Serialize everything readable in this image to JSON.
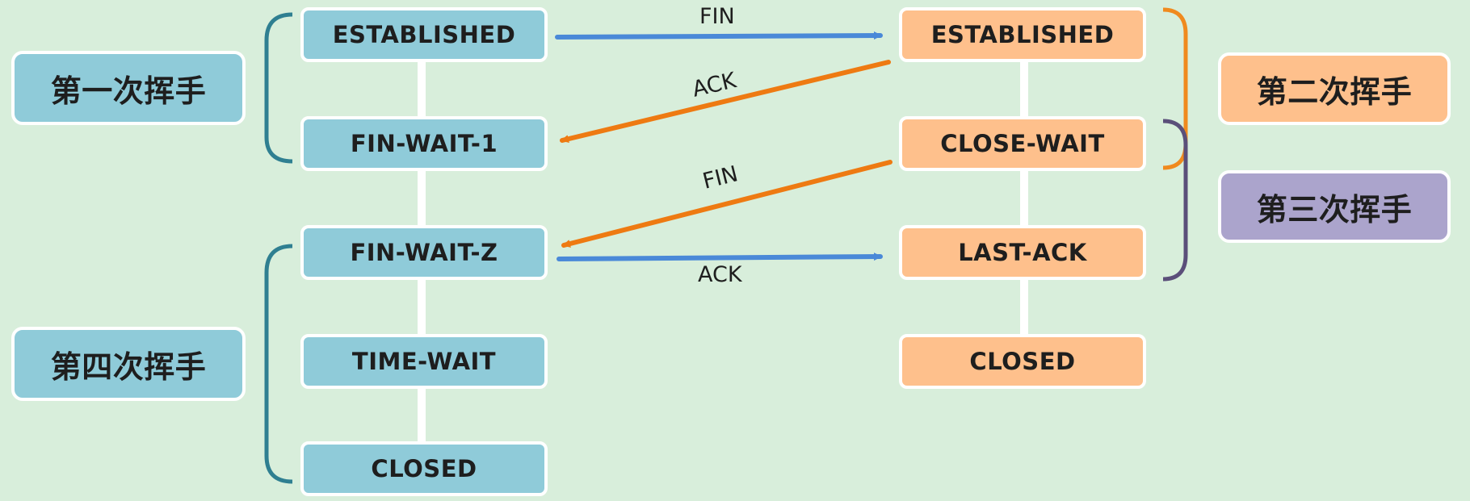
{
  "client_states": [
    "ESTABLISHED",
    "FIN-WAIT-1",
    "FIN-WAIT-Z",
    "TIME-WAIT",
    "CLOSED"
  ],
  "server_states": [
    "ESTABLISHED",
    "CLOSE-WAIT",
    "LAST-ACK",
    "CLOSED"
  ],
  "phases": {
    "first": "第一次挥手",
    "second": "第二次挥手",
    "third": "第三次挥手",
    "fourth": "第四次挥手"
  },
  "messages": {
    "fin_1": "FIN",
    "ack_1": "ACK",
    "fin_2": "FIN",
    "ack_2": "ACK"
  },
  "colors": {
    "background": "#d8eedb",
    "client_box": "#8fcbd9",
    "server_box": "#fec08c",
    "third_phase_box": "#aba4cc",
    "client_to_server_arrow": "#4a89d8",
    "server_to_client_arrow": "#ee7a12",
    "left_bracket": "#2f7f91",
    "second_phase_bracket": "#f08a1e",
    "third_phase_bracket": "#5b4f7a"
  }
}
